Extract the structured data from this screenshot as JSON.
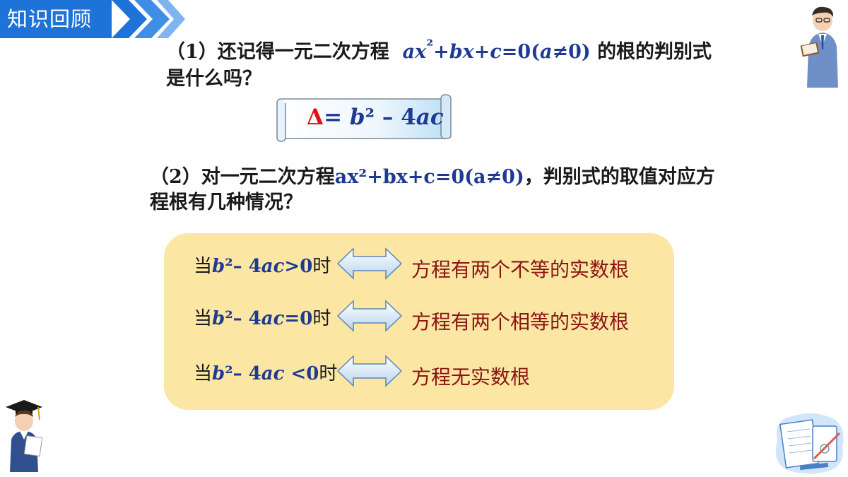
{
  "header": {
    "title": "知识回顾"
  },
  "question1": {
    "prefix": "（1）还记得一元二次方程",
    "equation_parts": [
      "a",
      "x",
      "²",
      "+",
      "b",
      "x",
      "+",
      "c",
      "=0(",
      "a",
      "≠0)"
    ],
    "suffix": " 的根的判别式",
    "line2": "是什么吗？"
  },
  "formula": {
    "delta": "Δ",
    "rest_eq": "= ",
    "b": "b",
    "sq": "²",
    "minus": " – 4",
    "ac": "ac"
  },
  "question2": {
    "prefix": "（2）对一元二次方程",
    "equation": "ax²+bx+c=0(a≠0)",
    "suffix": "，判别式的取值对应方",
    "line2": "程根有几种情况？"
  },
  "cases": [
    {
      "when": "当",
      "b": "b",
      "expr": "²– 4",
      "ac": "ac",
      "cmp": ">0",
      "time": "时",
      "result": "方程有两个不等的实数根"
    },
    {
      "when": "当",
      "b": "b",
      "expr": "²– 4",
      "ac": "ac",
      "cmp": "=0",
      "time": "时",
      "result": "方程有两个相等的实数根"
    },
    {
      "when": "当",
      "b": "b",
      "expr": "²– 4",
      "ac": "ac",
      "cmp": " <0",
      "time": "时",
      "result": "方程无实数根"
    }
  ],
  "colors": {
    "title_bar": "#1e73d8",
    "panel": "#fbe7a3",
    "formula_text": "#1f3a93",
    "result_text": "#8b1414",
    "delta": "#e01010"
  }
}
